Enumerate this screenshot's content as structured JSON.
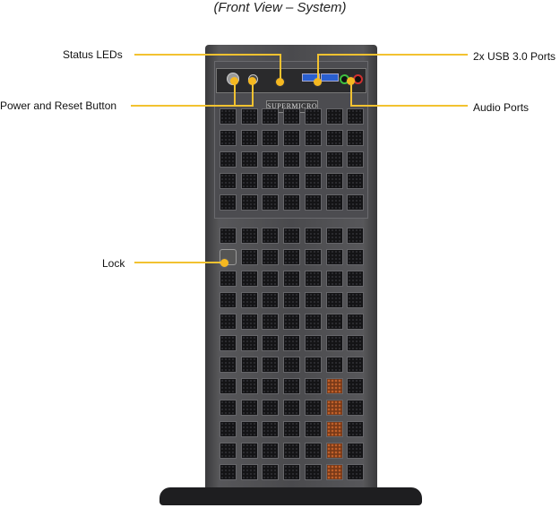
{
  "caption": "(Front View – System)",
  "brand": "SUPERMICRO",
  "labels": {
    "status_leds": "Status LEDs",
    "power_reset": "Power and Reset Button",
    "usb_ports": "2x USB 3.0 Ports",
    "audio_ports": "Audio Ports",
    "lock": "Lock"
  },
  "colors": {
    "callout": "#f2c230",
    "chassis": "#4a4a4d",
    "usb": "#2a5fd0",
    "audio_green": "#3fbf3f",
    "audio_red": "#d03030"
  },
  "grid": {
    "columns": 7,
    "top_rows": 5,
    "bottom_rows": 12
  }
}
